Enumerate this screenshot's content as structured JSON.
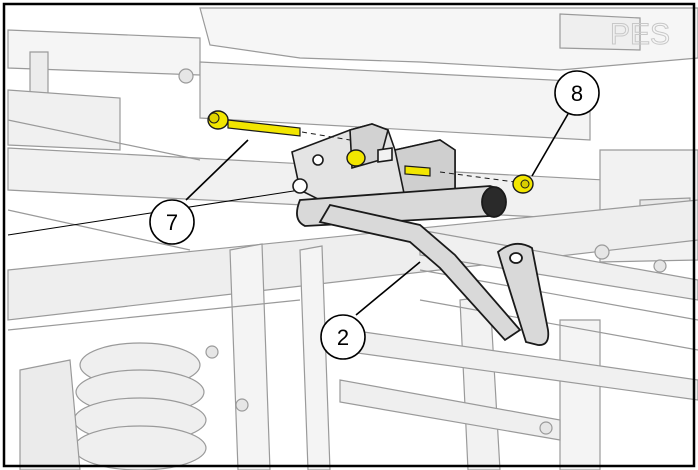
{
  "callouts": {
    "bolt": {
      "label": "7"
    },
    "nut": {
      "label": "8"
    },
    "bracket": {
      "label": "2"
    }
  },
  "colors": {
    "hardware_yellow": "#f2e600",
    "outline": "#1a1a1a",
    "part_fill": "#d9d9d9",
    "frame_fill": "#f2f2f2",
    "frame_line": "#9a9a9a",
    "border": "#000000"
  }
}
